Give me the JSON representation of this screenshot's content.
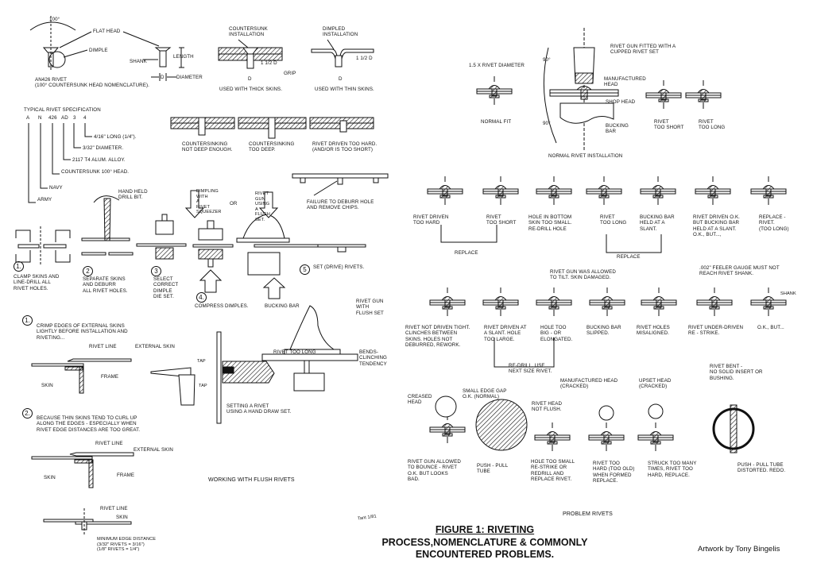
{
  "figure": {
    "title_line1": "FIGURE 1: RIVETING",
    "title_line2": "PROCESS,NOMENCLATURE & COMMONLY",
    "title_line3": "ENCOUNTERED PROBLEMS.",
    "credit": "Artwork by Tony Bingelis",
    "stamp": "Tant 1/81"
  },
  "nomenclature": {
    "angle": "100°",
    "flat_head": "FLAT HEAD",
    "dimple": "DIMPLE",
    "shank": "SHANK",
    "length": "LENGTH",
    "d": "D",
    "diameter": "DIAMETER",
    "caption": "AN426 RIVET\n(100° COUNTERSUNK HEAD NOMENCLATURE)."
  },
  "installations": {
    "countersunk_title": "COUNTERSUNK\nINSTALLATION",
    "countersunk_dim": "1 1/2 D",
    "grip": "GRIP",
    "countersunk_caption": "USED WITH THICK SKINS.",
    "dimpled_title": "DIMPLED\nINSTALLATION",
    "dimpled_dim": "1 1/2 D",
    "dimpled_caption": "USED WITH THIN SKINS.",
    "d": "D"
  },
  "specification": {
    "title": "TYPICAL RIVET SPECIFICATION",
    "codes": [
      "A",
      "N",
      "426",
      "AD",
      "3",
      "4"
    ],
    "meanings": [
      "4/16\" LONG (1/4\").",
      "3/32\" DIAMETER.",
      "2117 T4 ALUM. ALLOY.",
      "COUNTERSUNK 100° HEAD.",
      "NAVY",
      "ARMY"
    ]
  },
  "countersink_problems": [
    "COUNTERSINKING\nNOT DEEP ENOUGH.",
    "COUNTERSINKING\nTOO DEEP.",
    "RIVET DRIVEN TOO HARD.\n(AND/OR IS TOO SHORT)"
  ],
  "deburr_note": "FAILURE TO DEBURR HOLE\nAND REMOVE CHIPS.",
  "process_steps": [
    {
      "num": "1.",
      "text": "CLAMP SKINS AND\nLINE-DRILL ALL\nRIVET HOLES."
    },
    {
      "num": "2",
      "text": "SEPARATE SKINS\nAND DEBURR\nALL RIVET HOLES."
    },
    {
      "num": "3",
      "text": "SELECT\nCORRECT\nDIMPLE\nDIE SET."
    },
    {
      "num": "4.",
      "text": "COMPRESS DIMPLES."
    },
    {
      "num": "5",
      "text": "SET (DRIVE) RIVETS."
    }
  ],
  "process_labels": {
    "drill": "HAND HELD\nDRILL BIT.",
    "dimpling": "DIMPLING\nWITH\nA\nRIVET\nSQUEEZER",
    "or": "OR",
    "gun": "RIVET\nGUN\nUSING\nA\nFLUSH\nSET.",
    "bucking_bar": "BUCKING BAR"
  },
  "flush_rivets": {
    "section_title": "WORKING WITH FLUSH RIVETS",
    "note1_num": "1.",
    "note1": "CRIMP EDGES OF EXTERNAL SKINS\nLIGHTLY BEFORE INSTALLATION AND\nRIVETING...",
    "note2_num": "2.",
    "note2": "BECAUSE THIN SKINS TEND TO CURL UP\nALONG THE EDGES - ESPECIALLY WHEN\nRIVET EDGE DISTANCES ARE TOO GREAT.",
    "rivet_line": "RIVET LINE",
    "external_skin": "EXTERNAL SKIN",
    "skin": "SKIN",
    "frame": "FRAME",
    "edge_distance": "MINIMUM EDGE DISTANCE\n(3/32\" RIVETS = 3/16\")\n(1/8\" RIVETS = 1/4\")",
    "tap": "TAP",
    "hand_draw": "SETTING A RIVET\nUSING A HAND DRAW SET.",
    "gun_flush": "RIVET GUN\nWITH\nFLUSH SET",
    "too_long": "RIVET TOO LONG",
    "bends": "BENDS-\nCLINCHING\nTENDENCY"
  },
  "normal_installation": {
    "title": "NORMAL RIVET INSTALLATION",
    "diameter_note": "1.5 x RIVET DIAMETER",
    "normal_fit": "NORMAL FIT",
    "angle_top": "90°",
    "angle_bottom": "90°",
    "gun": "RIVET GUN FITTED WITH A\nCUPPED RIVET SET",
    "manufactured_head": "MANUFACTURED\nHEAD",
    "shop_head": "SHOP HEAD",
    "bucking_bar": "BUCKING\nBAR",
    "too_short": "RIVET\nTOO SHORT",
    "too_long": "RIVET\nTOO LONG"
  },
  "problem_row1": [
    "RIVET DRIVEN\nTOO HARD",
    "RIVET\nTOO SHORT",
    "HOLE IN BOTTOM\nSKIN TOO SMALL.\nRE-DRILL HOLE",
    "RIVET\nTOO LONG",
    "BUCKING BAR\nHELD AT A\nSLANT.",
    "RIVET DRIVEN O.K.\nBUT BUCKING BAR\nHELD AT A SLANT.\nO.K., BUT...,",
    "REPLACE -\nRIVET.\n(TOO LONG)"
  ],
  "replace_label": "REPLACE",
  "problem_row2_notes": {
    "tilt": "RIVET GUN WAS ALLOWED\nTO TILT. SKIN DAMAGED.",
    "feeler": ".002\" FEELER GAUGE MUST NOT\nREACH RIVET SHANK.",
    "shank": "SHANK",
    "redrill": "RE-DRILL. USE\nNEXT SIZE RIVET."
  },
  "problem_row2": [
    "RIVET NOT DRIVEN TIGHT.\nCLINCHES BETWEEN\nSKINS. HOLES NOT\nDEBURRED, REWORK.",
    "RIVET DRIVEN AT\nA SLANT. HOLE\nTOO LARGE.",
    "HOLE TOO\nBIG - OR\nELONGATED.",
    "BUCKING BAR\nSLIPPED.",
    "RIVET HOLES\nMISALIGNED.",
    "RIVET UNDER-DRIVEN\nRE - STRIKE.",
    "O.K., BUT..."
  ],
  "problem_row3_notes": {
    "creased": "CREASED\nHEAD",
    "edge_gap": "SMALL EDGE GAP\nO.K. (NORMAL)",
    "not_flush": "RIVET HEAD\nNOT FLUSH.",
    "mfg_cracked": "MANUFACTURED HEAD\n(CRACKED)",
    "upset_cracked": "UPSET HEAD\n(CRACKED)",
    "bent": "RIVET BENT -\nNO SOLID INSERT OR\nBUSHING."
  },
  "problem_row3": [
    "RIVET GUN ALLOWED\nTO BOUNCE - RIVET\nO.K. BUT LOOKS\nBAD.",
    "PUSH - PULL\nTUBE",
    "HOLE TOO SMALL\nRE-STRIKE OR\nREDRILL AND\nREPLACE RIVET.",
    "RIVET TOO\nHARD (TOO OLD)\nWHEN FORMED\nREPLACE.",
    "STRUCK TOO MANY\nTIMES, RIVET TOO\nHARD, REPLACE.",
    "PUSH - PULL TUBE\nDISTORTED. REDO."
  ],
  "problem_section_title": "PROBLEM RIVETS"
}
